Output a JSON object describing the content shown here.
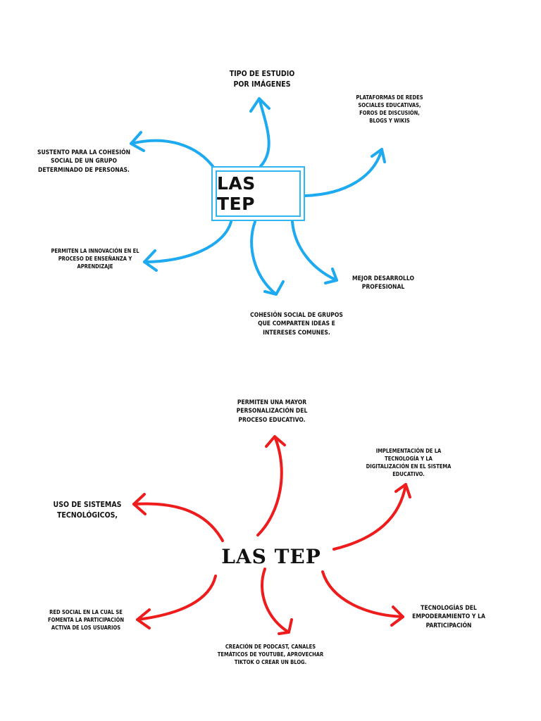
{
  "colors": {
    "blue": "#1eaaf0",
    "red": "#ee1c1c",
    "text": "#111111"
  },
  "top_map": {
    "center": "LAS TEP",
    "nodes": {
      "n1": "Tipo de estudio por imágenes",
      "n2": "Plataformas de redes sociales educativas, foros de discusión, blogs y wikis",
      "n3": "Sustento para la cohesión social de un grupo determinado de personas.",
      "n4": "Permiten la innovación en el proceso de enseñanza y aprendizaje",
      "n5": "Cohesión social de grupos que comparten ideas e intereses comunes.",
      "n6": "Mejor desarrollo profesional"
    }
  },
  "bottom_map": {
    "center": "LAS TEP",
    "nodes": {
      "n1": "Permiten una mayor personalización del proceso educativo.",
      "n2": "Implementación de la tecnología y la digitalización en el sistema educativo.",
      "n3": "Uso de sistemas tecnológicos,",
      "n4": "Red social en la cual se fomenta la participación activa de los usuarios",
      "n5": "Creación de podcast, canales temáticos de YouTube, aprovechar TikTok o crear un blog.",
      "n6": "Tecnologías del empoderamiento y la participación"
    }
  }
}
